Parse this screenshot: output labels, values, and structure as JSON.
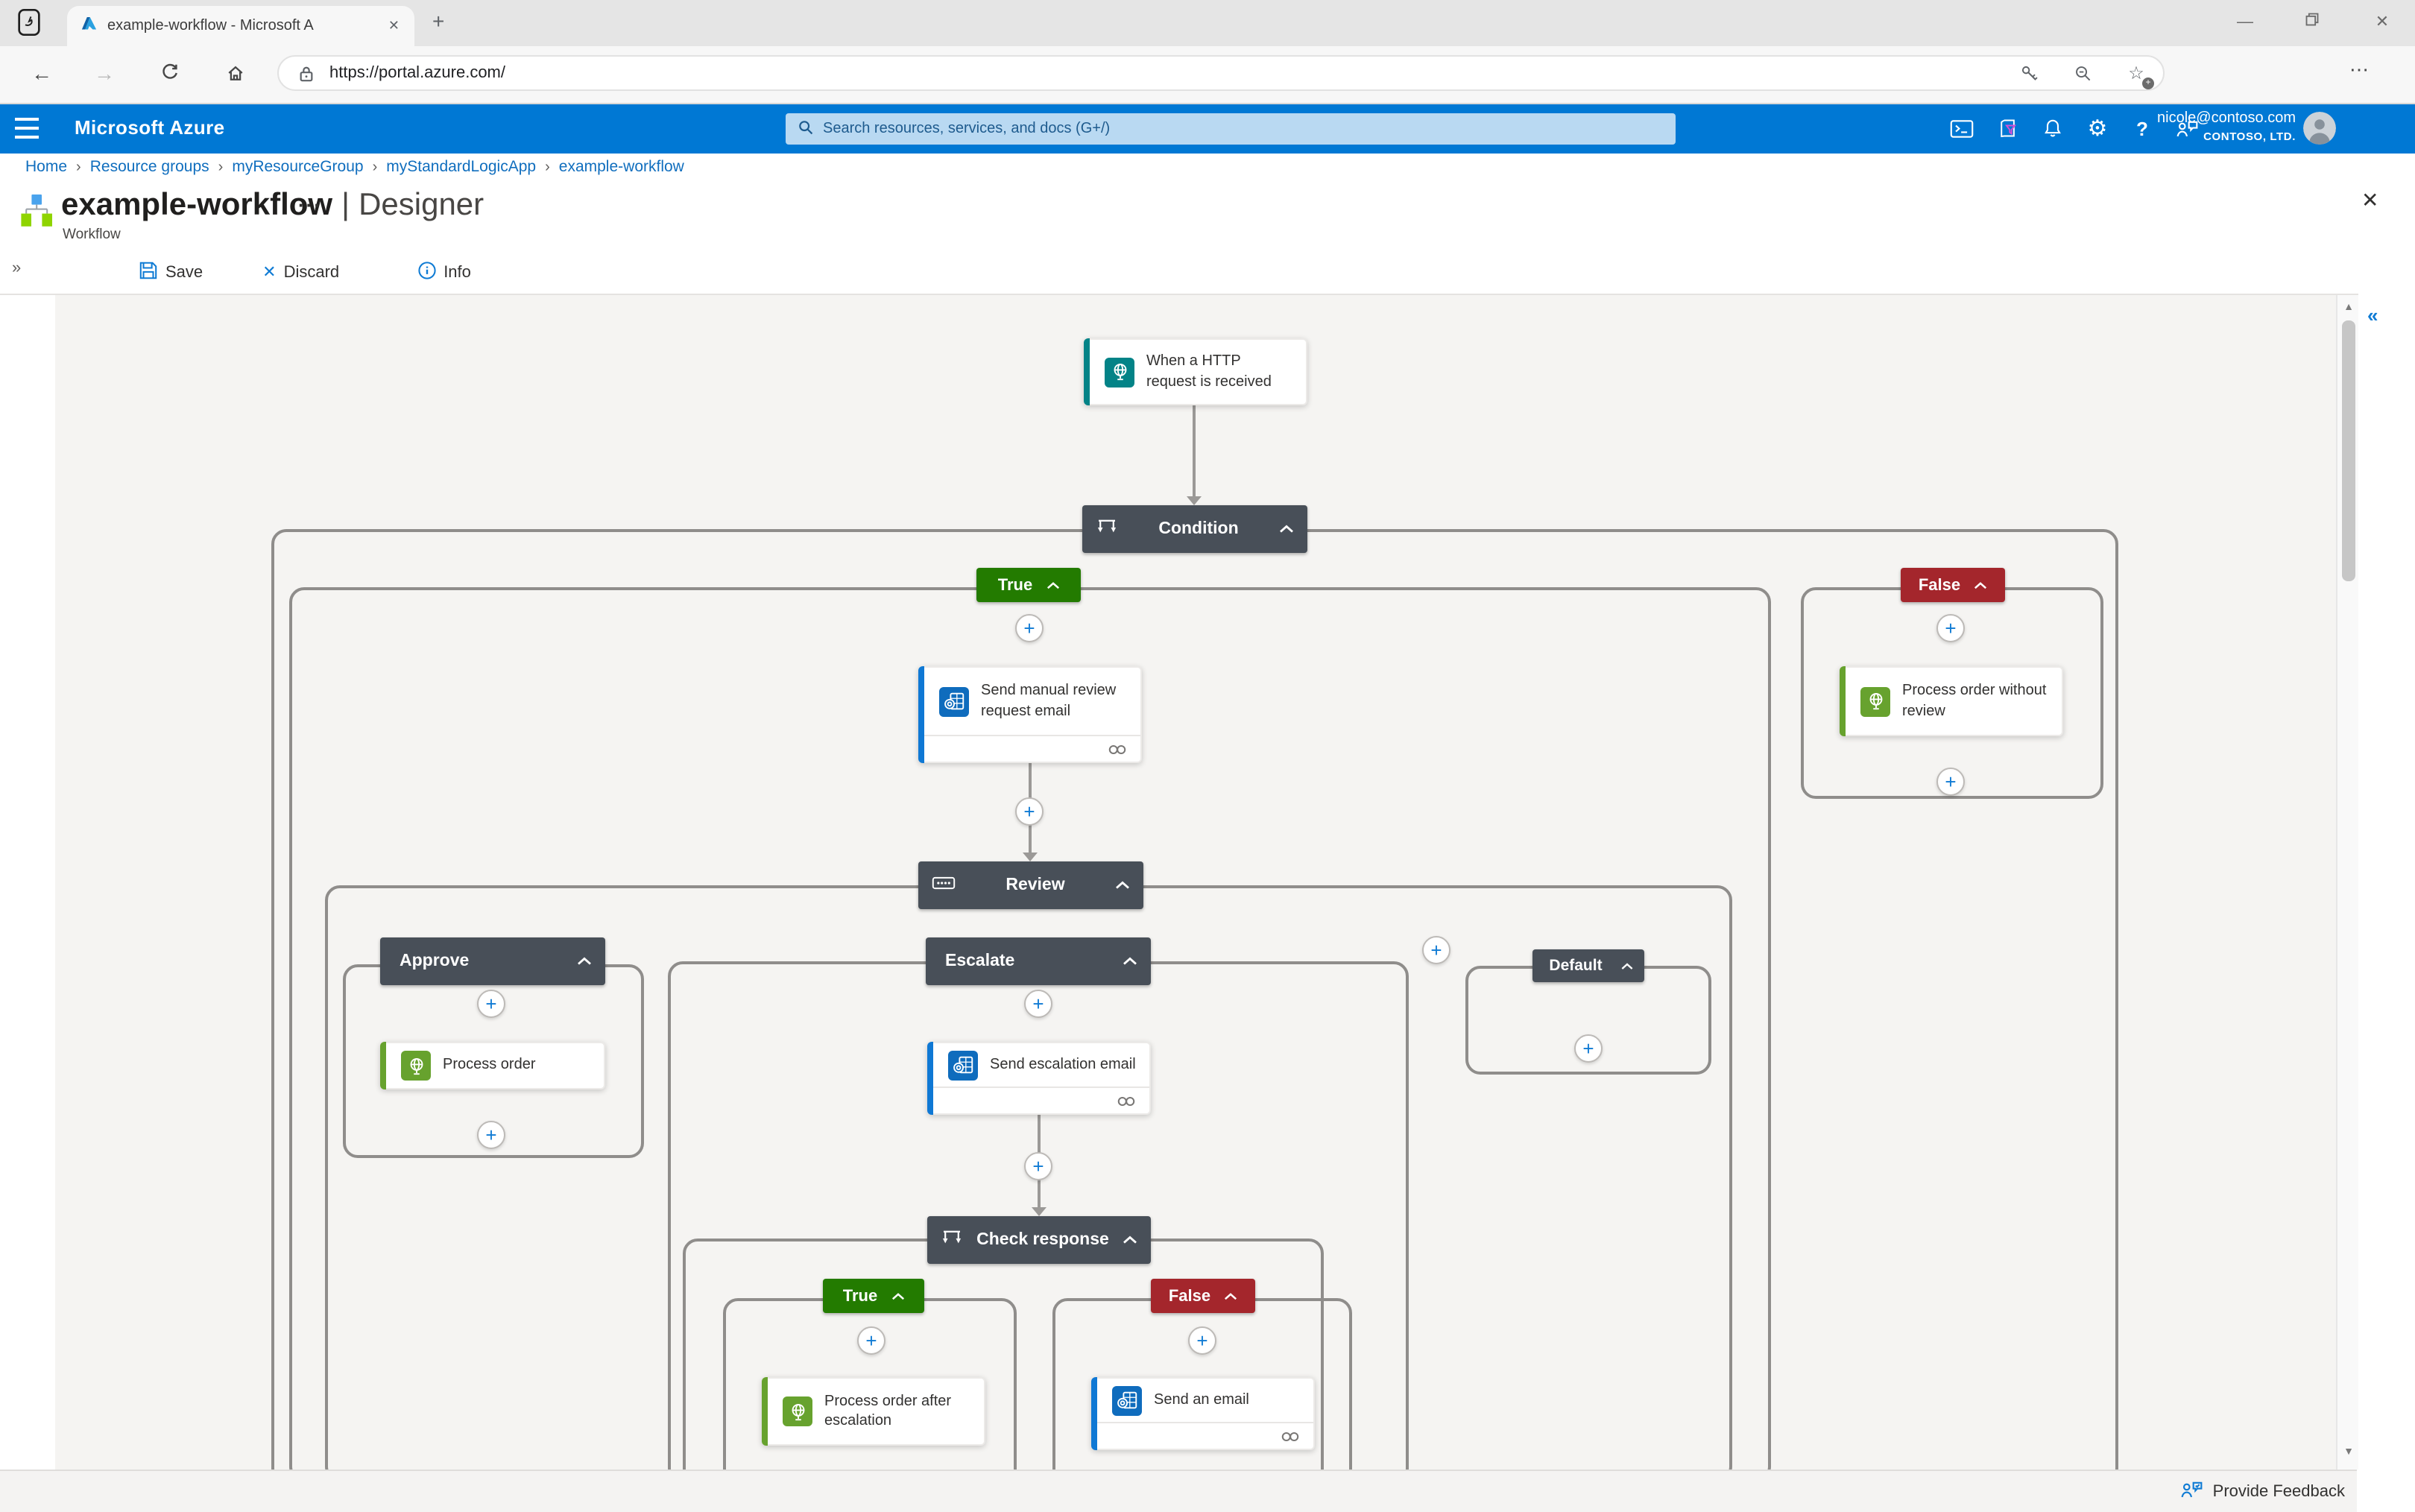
{
  "browser": {
    "tab_title": "example-workflow - Microsoft A",
    "url": "https://portal.azure.com/",
    "glyphs": {
      "back": "←",
      "forward": "→",
      "menu": "⋯",
      "minimize": "—",
      "close": "✕",
      "close_tab": "✕",
      "new_tab": "+",
      "star": "☆",
      "star_badge": "+"
    }
  },
  "azure": {
    "brand": "Microsoft Azure",
    "search_placeholder": "Search resources, services, and docs (G+/)",
    "help_glyph": "?",
    "gear_glyph": "⚙",
    "user": {
      "email": "nicole@contoso.com",
      "org": "CONTOSO, LTD."
    }
  },
  "breadcrumb": {
    "sep": "›",
    "items": [
      "Home",
      "Resource groups",
      "myResourceGroup",
      "myStandardLogicApp",
      "example-workflow"
    ]
  },
  "page": {
    "title": "example-workflow",
    "title_separator": "|",
    "title_view": "Designer",
    "subtitle": "Workflow",
    "more_glyph": "···",
    "close_glyph": "✕",
    "collapse_glyph": "«",
    "expand_glyph": "»"
  },
  "commands": {
    "save": "Save",
    "discard": "Discard",
    "discard_glyph": "✕",
    "info": "Info"
  },
  "workflow": {
    "trigger": "When a HTTP request is received",
    "condition": "Condition",
    "true_label": "True",
    "false_label": "False",
    "send_manual_review": "Send manual review request email",
    "process_order_without_review": "Process order without review",
    "review_switch": "Review",
    "case_approve": "Approve",
    "process_order": "Process order",
    "case_escalate": "Escalate",
    "send_escalation_email": "Send escalation email",
    "check_response": "Check response",
    "process_order_after_escalation": "Process order after escalation",
    "send_an_email": "Send an email",
    "case_default": "Default"
  },
  "footer": {
    "feedback": "Provide Feedback"
  },
  "glyphs": {
    "plus": "+",
    "scroll_up": "▲",
    "scroll_down": "▼"
  },
  "colors": {
    "azure_blue": "#0078d4",
    "scope_header": "#484f58",
    "true_green": "#237b00",
    "false_red": "#a4262c",
    "trigger_teal": "#038387",
    "http_green": "#67a22e",
    "outlook_blue": "#0f6cbd",
    "link_blue": "#106ebe"
  }
}
